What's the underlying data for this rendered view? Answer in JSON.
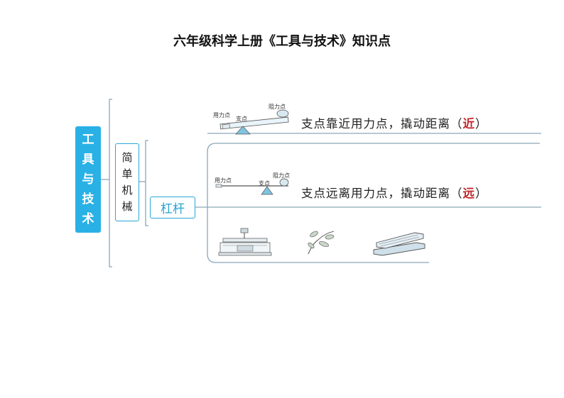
{
  "title": "六年级科学上册《工具与技术》知识点",
  "root": [
    "工",
    "具",
    "与",
    "技",
    "术"
  ],
  "branch": [
    "简",
    "单",
    "机",
    "械"
  ],
  "leaf": "杠杆",
  "lever1": {
    "labels": {
      "effort": "用力点",
      "fulcrum": "支点",
      "load": "阻力点"
    },
    "text_before": "支点靠近用力点，撬动距离（",
    "answer": "近",
    "text_after": "）"
  },
  "lever2": {
    "labels": {
      "effort": "用力点",
      "fulcrum": "支点",
      "load": "阻力点"
    },
    "text_before": "支点远离用力点，撬动距离（",
    "answer": "远",
    "text_after": "）"
  },
  "colors": {
    "accent": "#29b1e6",
    "answer": "#c0272d",
    "line": "#8aa7b8"
  },
  "examples": [
    "balance-scale-icon",
    "plant-with-tool-icon",
    "stapler-icon"
  ]
}
